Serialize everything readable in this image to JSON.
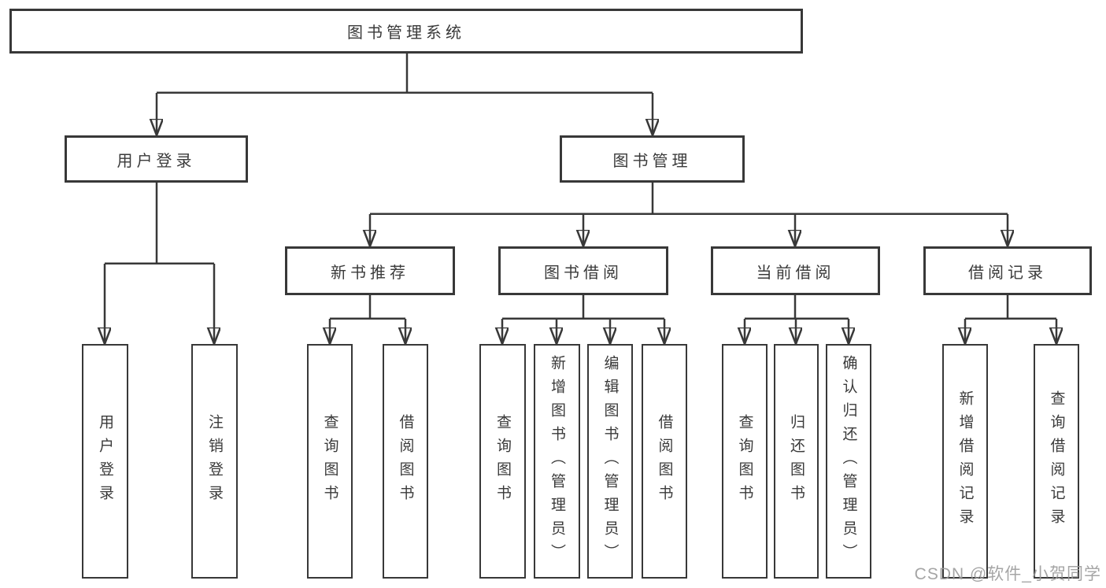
{
  "tree": {
    "label": "图书管理系统",
    "children": [
      {
        "label": "用户登录",
        "children": [
          {
            "label": "用户登录"
          },
          {
            "label": "注销登录"
          }
        ]
      },
      {
        "label": "图书管理",
        "children": [
          {
            "label": "新书推荐",
            "children": [
              {
                "label": "查询图书"
              },
              {
                "label": "借阅图书"
              }
            ]
          },
          {
            "label": "图书借阅",
            "children": [
              {
                "label": "查询图书"
              },
              {
                "label": "新增图书（管理员）"
              },
              {
                "label": "编辑图书（管理员）"
              },
              {
                "label": "借阅图书"
              }
            ]
          },
          {
            "label": "当前借阅",
            "children": [
              {
                "label": "查询图书"
              },
              {
                "label": "归还图书"
              },
              {
                "label": "确认归还（管理员）"
              }
            ]
          },
          {
            "label": "借阅记录",
            "children": [
              {
                "label": "新增借阅记录"
              },
              {
                "label": "查询借阅记录"
              }
            ]
          }
        ]
      }
    ]
  },
  "watermark": {
    "text": "CSDN @软件_小贺同学"
  },
  "colors": {
    "line": "#383838",
    "text": "#3a3a3a",
    "watermark": "#9b9b9b",
    "background": "#ffffff"
  }
}
